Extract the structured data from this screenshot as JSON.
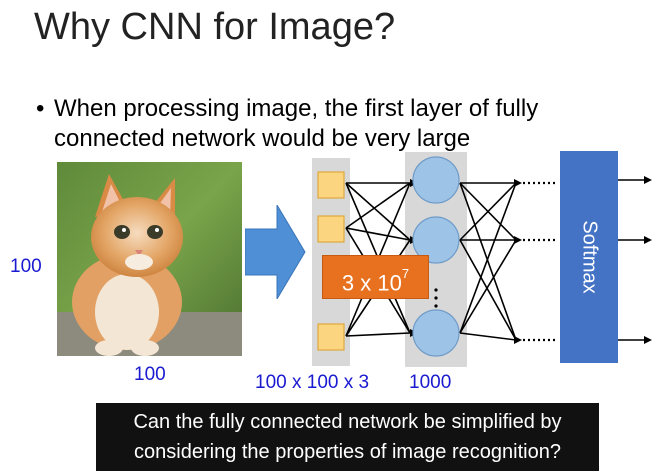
{
  "slide": {
    "title": "Why CNN for Image?",
    "bullet_symbol": "•",
    "bullet_text": "When processing image, the first layer of fully connected network would be very large",
    "image_height_label": "100",
    "image_width_label": "100",
    "input_size_label": "100 x 100 x 3",
    "hidden_size_label": "1000",
    "weights_base": "3 x 10",
    "weights_exp": "7",
    "softmax_label": "Softmax",
    "question": "Can the fully connected network be simplified by considering the properties of image recognition?"
  },
  "colors": {
    "accent_blue": "#4472c4",
    "label_blue": "#1a1ad1",
    "callout_orange": "#e8711f",
    "input_square": "#fcd581",
    "neuron": "#9dc3e6"
  },
  "icons": [
    "kitten-photo",
    "right-arrow-icon"
  ]
}
